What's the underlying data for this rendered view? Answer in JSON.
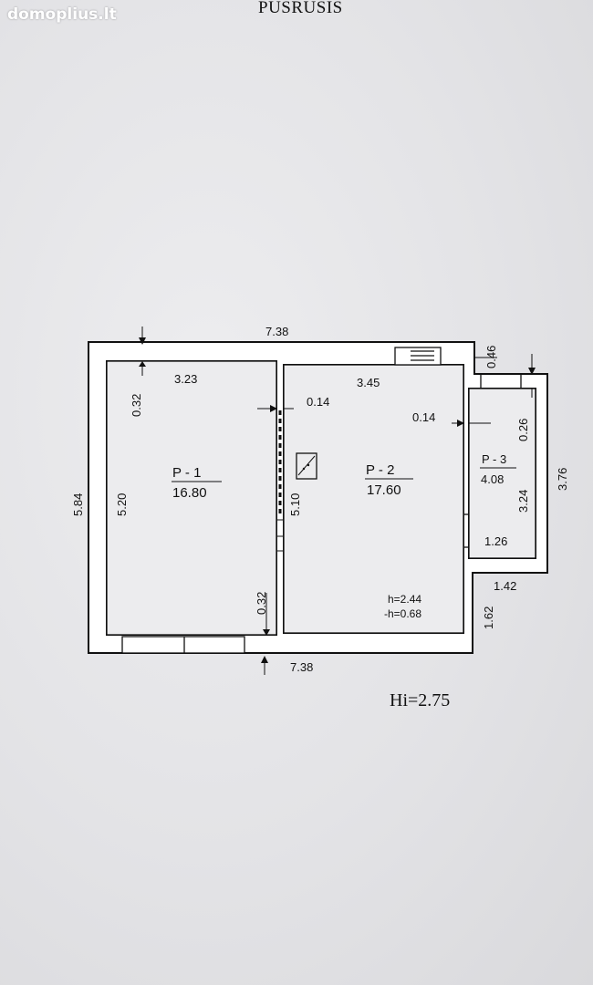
{
  "watermark": "domoplius.lt",
  "title": "PUSRUSIS",
  "dimensions": {
    "top_total": "7.38",
    "bottom_total": "7.38",
    "left_total": "5.84",
    "r1_width": "3.23",
    "r2_width": "3.45",
    "wall_top": "0.32",
    "wall_bottom": "0.32",
    "r1_height": "5.20",
    "partition_1": "0.14",
    "partition_2": "0.14",
    "r2_height": "5.10",
    "ext_top": "0.46",
    "r3_top_gap": "0.26",
    "r3_height": "3.24",
    "right_total": "3.76",
    "r3_width": "1.26",
    "step_width": "1.42",
    "step_height": "1.62"
  },
  "rooms": [
    {
      "id": "P - 1",
      "area": "16.80"
    },
    {
      "id": "P - 2",
      "area": "17.60"
    },
    {
      "id": "P - 3",
      "area": "4.08"
    }
  ],
  "room2_notes": {
    "h": "h=2.44",
    "minus_h": "-h=0.68"
  },
  "height_note": "Hi=2.75"
}
